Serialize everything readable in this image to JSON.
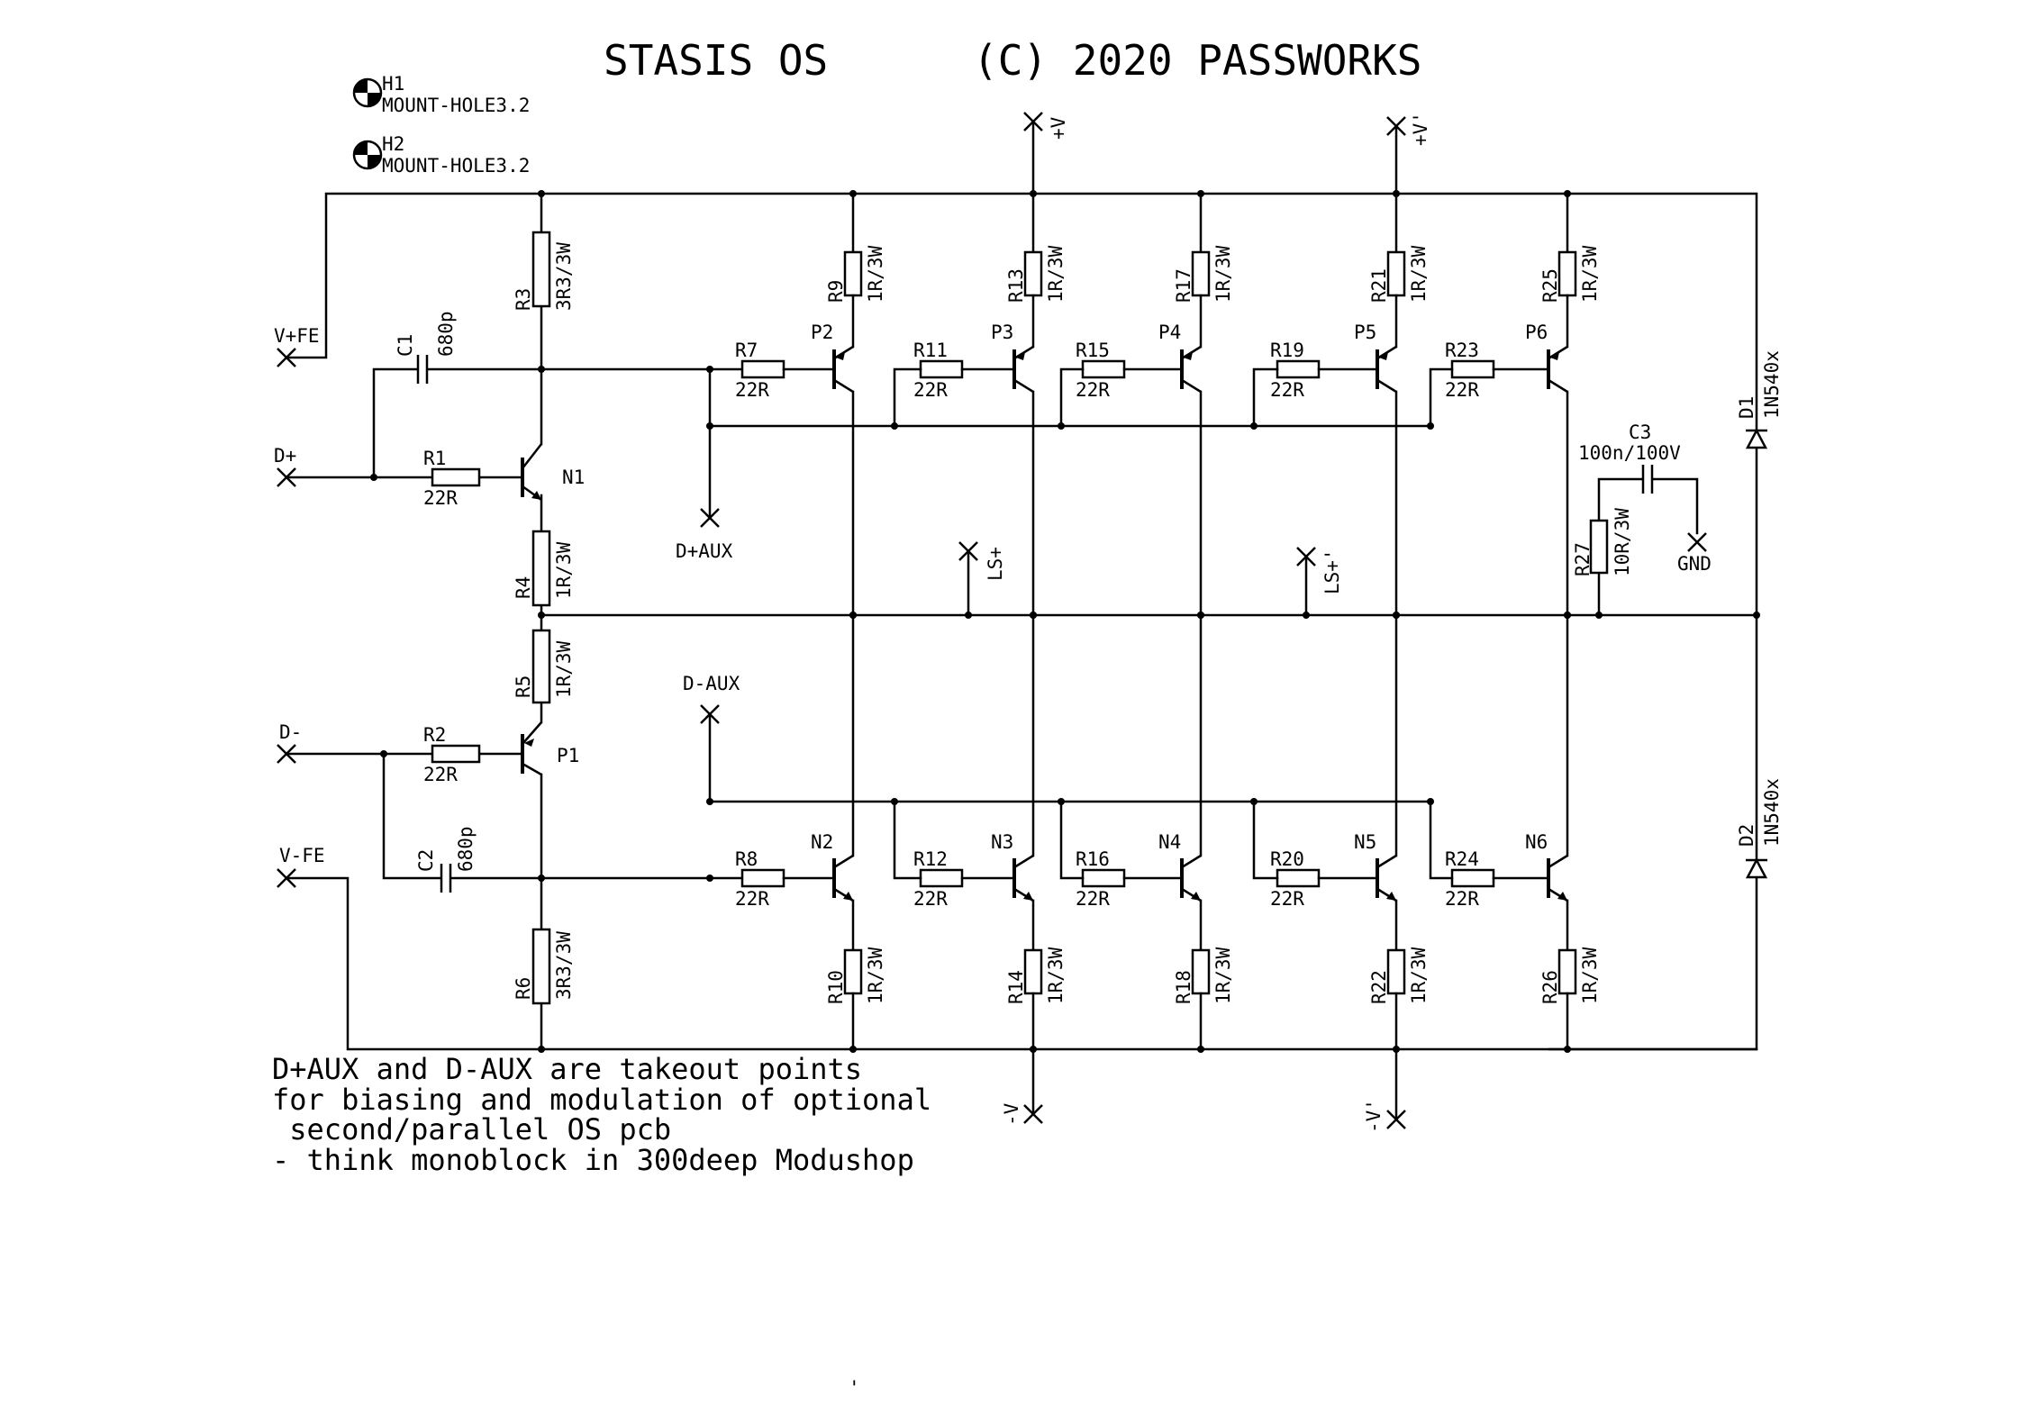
{
  "title": {
    "name": "STASIS OS",
    "copyright": "(C) 2020 PASSWORKS"
  },
  "mount_holes": [
    {
      "ref": "H1",
      "value": "MOUNT-HOLE3.2"
    },
    {
      "ref": "H2",
      "value": "MOUNT-HOLE3.2"
    }
  ],
  "terminals": {
    "vfe_pos": "V+FE",
    "d_pos": "D+",
    "d_neg": "D-",
    "vfe_neg": "V-FE",
    "d_pos_aux": "D+AUX",
    "d_neg_aux": "D-AUX",
    "ls_pos": "LS+",
    "ls_pos2": "LS+'",
    "v_pos": "+V",
    "v_pos2": "+V'",
    "v_neg": "-V",
    "v_neg2": "-V'",
    "gnd": "GND"
  },
  "driver": {
    "r1": {
      "ref": "R1",
      "value": "22R"
    },
    "r2": {
      "ref": "R2",
      "value": "22R"
    },
    "r3": {
      "ref": "R3",
      "value": "3R3/3W"
    },
    "r4": {
      "ref": "R4",
      "value": "1R/3W"
    },
    "r5": {
      "ref": "R5",
      "value": "1R/3W"
    },
    "r6": {
      "ref": "R6",
      "value": "3R3/3W"
    },
    "c1": {
      "ref": "C1",
      "value": "680p"
    },
    "c2": {
      "ref": "C2",
      "value": "680p"
    },
    "n1": {
      "ref": "N1"
    },
    "p1": {
      "ref": "P1"
    }
  },
  "output_top": [
    {
      "base_ref": "R7",
      "base_val": "22R",
      "emit_ref": "R9",
      "emit_val": "1R/3W",
      "q": "P2"
    },
    {
      "base_ref": "R11",
      "base_val": "22R",
      "emit_ref": "R13",
      "emit_val": "1R/3W",
      "q": "P3"
    },
    {
      "base_ref": "R15",
      "base_val": "22R",
      "emit_ref": "R17",
      "emit_val": "1R/3W",
      "q": "P4"
    },
    {
      "base_ref": "R19",
      "base_val": "22R",
      "emit_ref": "R21",
      "emit_val": "1R/3W",
      "q": "P5"
    },
    {
      "base_ref": "R23",
      "base_val": "22R",
      "emit_ref": "R25",
      "emit_val": "1R/3W",
      "q": "P6"
    }
  ],
  "output_bottom": [
    {
      "base_ref": "R8",
      "base_val": "22R",
      "emit_ref": "R10",
      "emit_val": "1R/3W",
      "q": "N2"
    },
    {
      "base_ref": "R12",
      "base_val": "22R",
      "emit_ref": "R14",
      "emit_val": "1R/3W",
      "q": "N3"
    },
    {
      "base_ref": "R16",
      "base_val": "22R",
      "emit_ref": "R18",
      "emit_val": "1R/3W",
      "q": "N4"
    },
    {
      "base_ref": "R20",
      "base_val": "22R",
      "emit_ref": "R22",
      "emit_val": "1R/3W",
      "q": "N5"
    },
    {
      "base_ref": "R24",
      "base_val": "22R",
      "emit_ref": "R26",
      "emit_val": "1R/3W",
      "q": "N6"
    }
  ],
  "zobel": {
    "r27": {
      "ref": "R27",
      "value": "10R/3W"
    },
    "c3": {
      "ref": "C3",
      "value": "100n/100V"
    }
  },
  "diodes": [
    {
      "ref": "D1",
      "value": "1N540x"
    },
    {
      "ref": "D2",
      "value": "1N540x"
    }
  ],
  "notes": [
    "D+AUX and D-AUX are takeout points",
    "for biasing and modulation of optional",
    " second/parallel OS pcb",
    "- think monoblock in 300deep Modushop"
  ],
  "stray_mark": "'"
}
